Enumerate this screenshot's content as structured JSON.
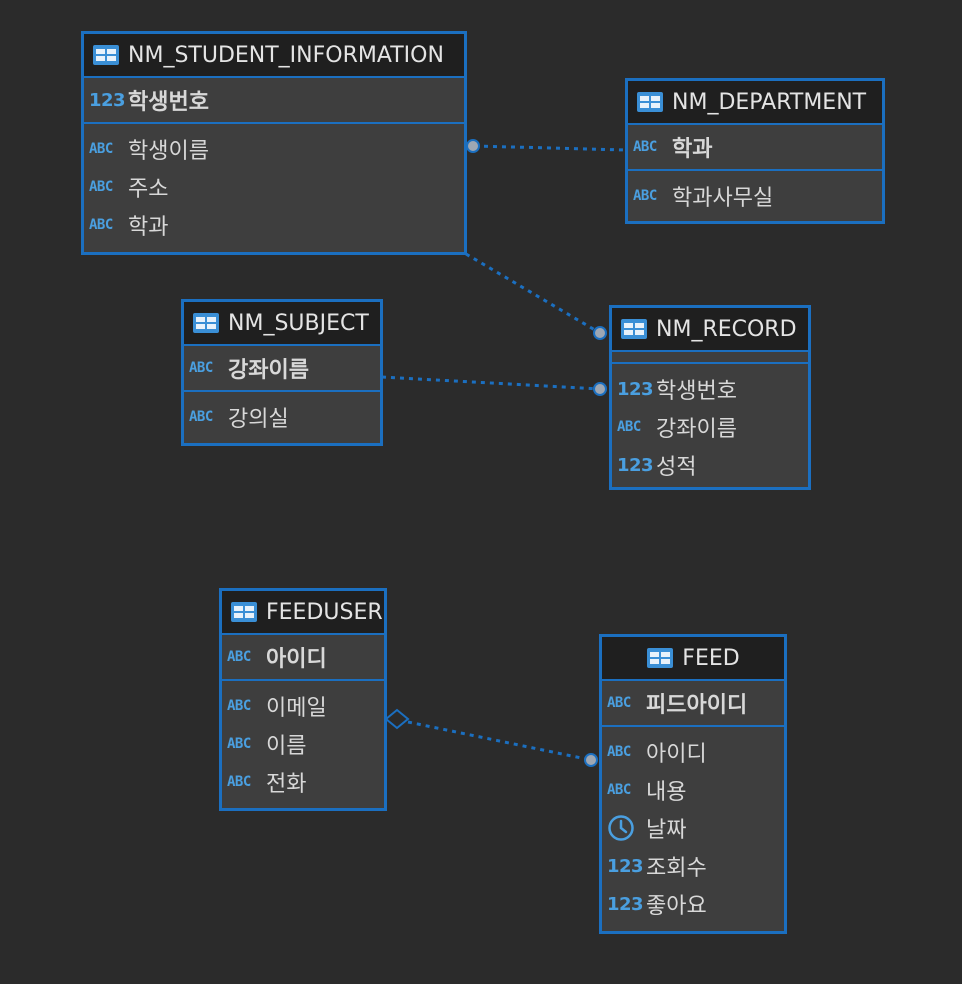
{
  "colors": {
    "accent": "#1b6fc0",
    "background": "#2b2b2b",
    "type_icon": "#4a9fe0"
  },
  "entities": {
    "student_info": {
      "name": "NM_STUDENT_INFORMATION",
      "pk": {
        "type": "123",
        "label": "학생번호"
      },
      "columns": [
        {
          "type": "ABC",
          "label": "학생이름"
        },
        {
          "type": "ABC",
          "label": "주소"
        },
        {
          "type": "ABC",
          "label": "학과"
        }
      ]
    },
    "department": {
      "name": "NM_DEPARTMENT",
      "pk": {
        "type": "ABC",
        "label": "학과"
      },
      "columns": [
        {
          "type": "ABC",
          "label": "학과사무실"
        }
      ]
    },
    "subject": {
      "name": "NM_SUBJECT",
      "pk": {
        "type": "ABC",
        "label": "강좌이름"
      },
      "columns": [
        {
          "type": "ABC",
          "label": "강의실"
        }
      ]
    },
    "record": {
      "name": "NM_RECORD",
      "columns": [
        {
          "type": "123",
          "label": "학생번호"
        },
        {
          "type": "ABC",
          "label": "강좌이름"
        },
        {
          "type": "123",
          "label": "성적"
        }
      ]
    },
    "feeduser": {
      "name": "FEEDUSER",
      "pk": {
        "type": "ABC",
        "label": "아이디"
      },
      "columns": [
        {
          "type": "ABC",
          "label": "이메일"
        },
        {
          "type": "ABC",
          "label": "이름"
        },
        {
          "type": "ABC",
          "label": "전화"
        }
      ]
    },
    "feed": {
      "name": "FEED",
      "pk": {
        "type": "ABC",
        "label": "피드아이디"
      },
      "columns": [
        {
          "type": "ABC",
          "label": "아이디"
        },
        {
          "type": "ABC",
          "label": "내용"
        },
        {
          "type": "clock-icon",
          "label": "날짜"
        },
        {
          "type": "123",
          "label": "조회수"
        },
        {
          "type": "123",
          "label": "좋아요"
        }
      ]
    }
  },
  "relationships": [
    {
      "from": "student_info",
      "to": "department"
    },
    {
      "from": "student_info",
      "to": "record"
    },
    {
      "from": "subject",
      "to": "record"
    },
    {
      "from": "feeduser",
      "to": "feed"
    }
  ]
}
